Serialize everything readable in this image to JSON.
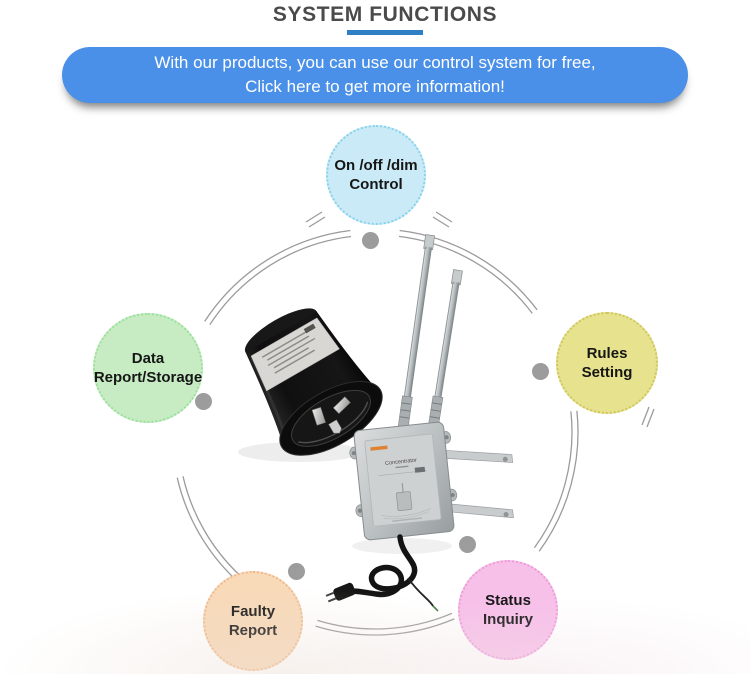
{
  "header": {
    "title": "SYSTEM FUNCTIONS",
    "title_color": "#4a4a4a",
    "underline_color": "#2e7fc6"
  },
  "banner": {
    "line1": "With our products, you can use our control system for free,",
    "line2": "Click here to get more information!",
    "background": "#4a90e8",
    "text_color": "#ffffff"
  },
  "diagram": {
    "ring_color": "#9b9b9b",
    "dot_color": "#9c9c9c",
    "bubble_text_color": "#161616",
    "bubbles": [
      {
        "id": "on-off-dim-control",
        "line1": "On /off /dim",
        "line2": "Control",
        "fill": "#c9eaf6",
        "border": "#86d2ec"
      },
      {
        "id": "data-report-storage",
        "line1": "Data",
        "line2": "Report/Storage",
        "fill": "#c7ecc3",
        "border": "#9adf9a"
      },
      {
        "id": "rules-setting",
        "line1": "Rules",
        "line2": "Setting",
        "fill": "#e6e28e",
        "border": "#cfc65e"
      },
      {
        "id": "faulty-report",
        "line1": "Faulty",
        "line2": "Report",
        "fill": "#f8d9b8",
        "border": "#efb98c"
      },
      {
        "id": "status-inquiry",
        "line1": "Status",
        "line2": "Inquiry",
        "fill": "#f7c0e9",
        "border": "#ef9ad9"
      }
    ]
  },
  "product": {
    "concentrator_label": "Concentrator"
  }
}
